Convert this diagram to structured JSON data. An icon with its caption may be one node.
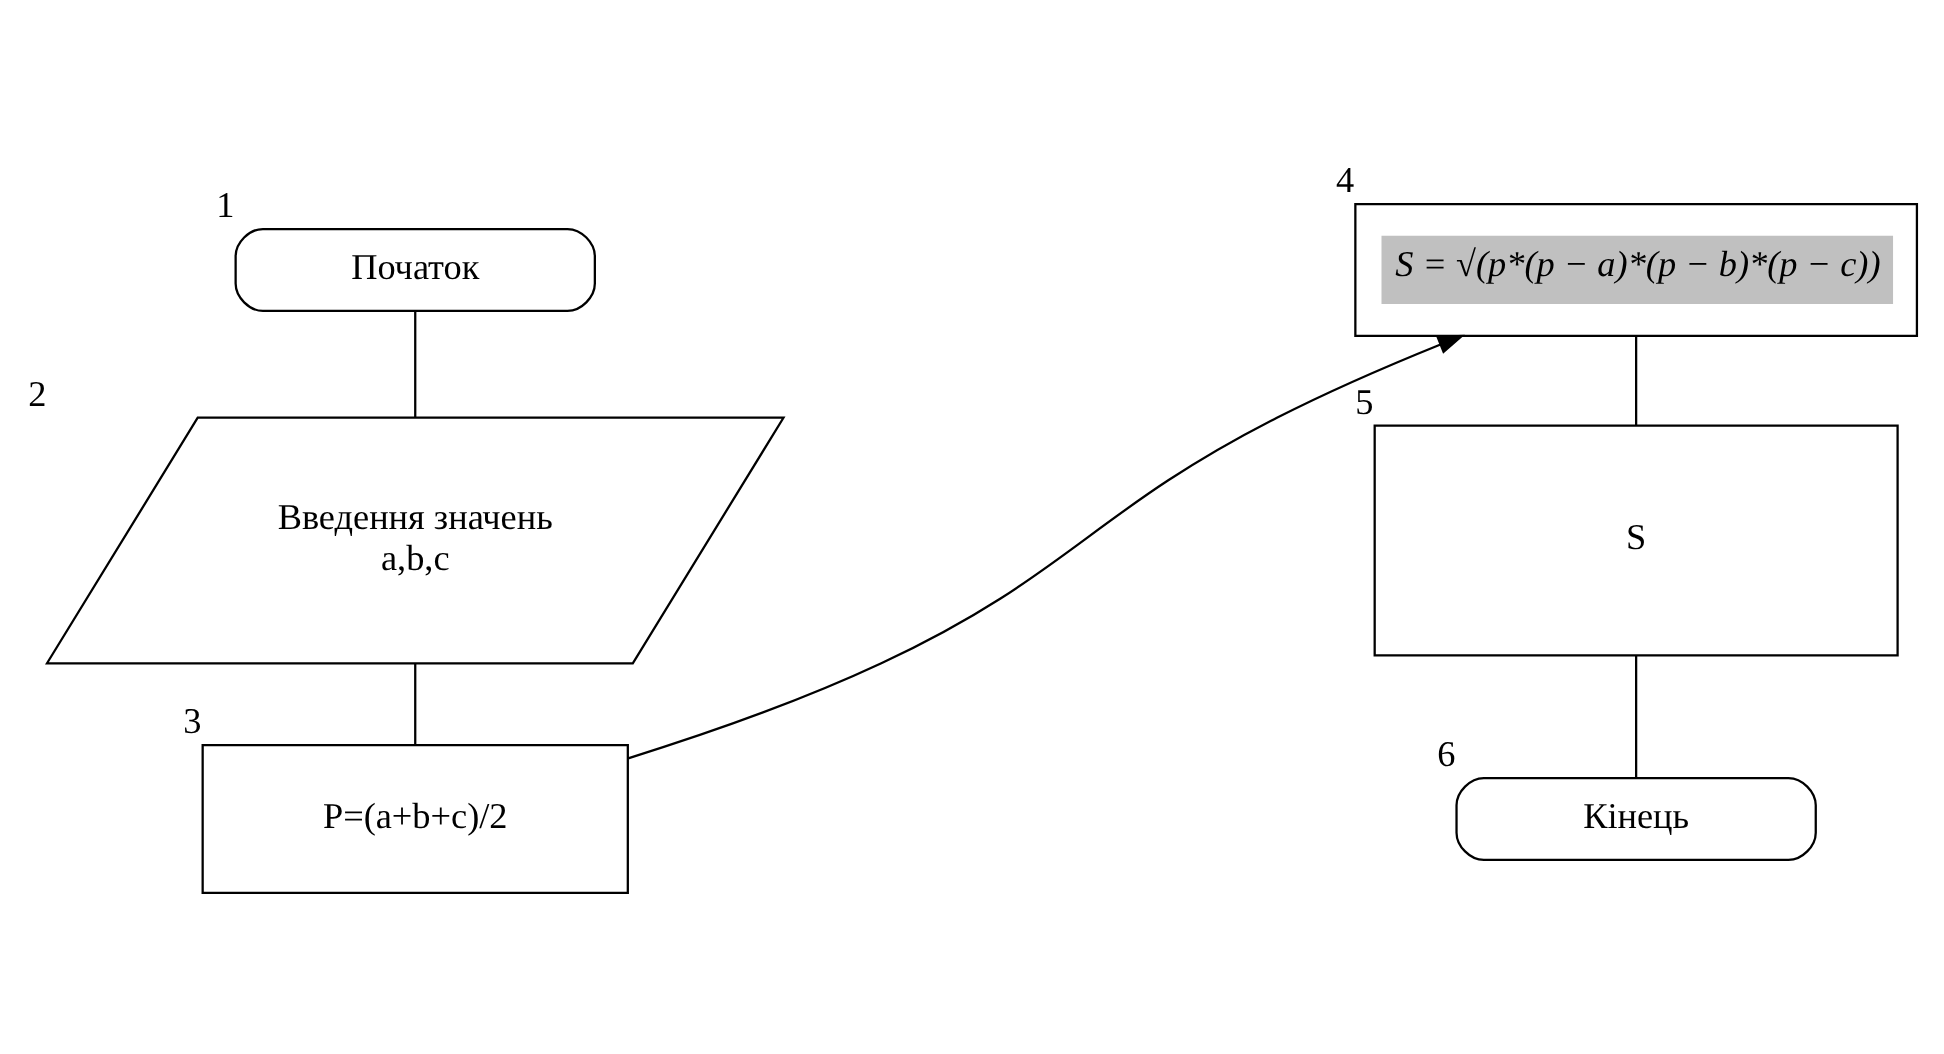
{
  "diagram": {
    "nodes": [
      {
        "text": [
          "Початок"
        ],
        "beside": [
          "1"
        ]
      },
      {
        "text": [
          "Введення значень a,b,c"
        ],
        "beside": [
          "2"
        ]
      },
      {
        "text": [
          "P=(a+b+c)/2"
        ],
        "beside": [
          "3"
        ]
      },
      {
        "text": [
          "S = √(p*(p − a)*(p − b)*(p − c))"
        ],
        "beside": [
          "4"
        ]
      },
      {
        "text": [
          "S"
        ],
        "beside": [
          "5"
        ]
      },
      {
        "text": [
          "Кінець"
        ],
        "beside": [
          "6"
        ]
      }
    ],
    "edges": [
      {
        "from": 0,
        "to": 1,
        "arrow": "none"
      },
      {
        "from": 1,
        "to": 2,
        "arrow": "none"
      },
      {
        "from": 2,
        "to": 3,
        "arrow": "to"
      },
      {
        "from": 3,
        "to": 4,
        "arrow": "none"
      },
      {
        "from": 4,
        "to": 5,
        "arrow": "none"
      }
    ]
  }
}
